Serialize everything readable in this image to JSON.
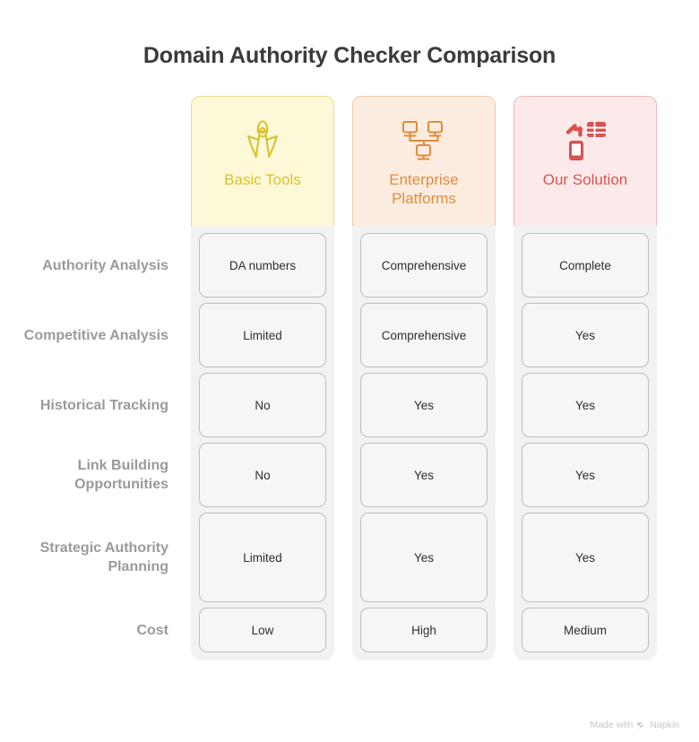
{
  "title": "Domain Authority Checker Comparison",
  "columns": [
    {
      "label": "Basic Tools",
      "icon": "pliers-tool-icon",
      "accent": "#d9c22e",
      "fill": "#fdf8d8",
      "border": "#e8dd8a"
    },
    {
      "label": "Enterprise Platforms",
      "icon": "networked-computers-icon",
      "accent": "#dd8d3f",
      "fill": "#fcece0",
      "border": "#eec9a6"
    },
    {
      "label": "Our Solution",
      "icon": "mobile-sync-spreadsheet-icon",
      "accent": "#d9534f",
      "fill": "#fceaea",
      "border": "#f0b9b7"
    }
  ],
  "rows": [
    {
      "label": "Authority Analysis",
      "size": "m",
      "values": [
        "DA numbers",
        "Comprehensive",
        "Complete"
      ]
    },
    {
      "label": "Competitive Analysis",
      "size": "m",
      "values": [
        "Limited",
        "Comprehensive",
        "Yes"
      ]
    },
    {
      "label": "Historical Tracking",
      "size": "m",
      "values": [
        "No",
        "Yes",
        "Yes"
      ]
    },
    {
      "label": "Link Building Opportunities",
      "size": "m",
      "values": [
        "No",
        "Yes",
        "Yes"
      ]
    },
    {
      "label": "Strategic Authority Planning",
      "size": "l",
      "values": [
        "Limited",
        "Yes",
        "Yes"
      ]
    },
    {
      "label": "Cost",
      "size": "s",
      "values": [
        "Low",
        "High",
        "Medium"
      ]
    }
  ],
  "watermark": {
    "prefix": "Made with",
    "brand": "Napkin",
    "logo": "napkin-chevron-logo"
  }
}
